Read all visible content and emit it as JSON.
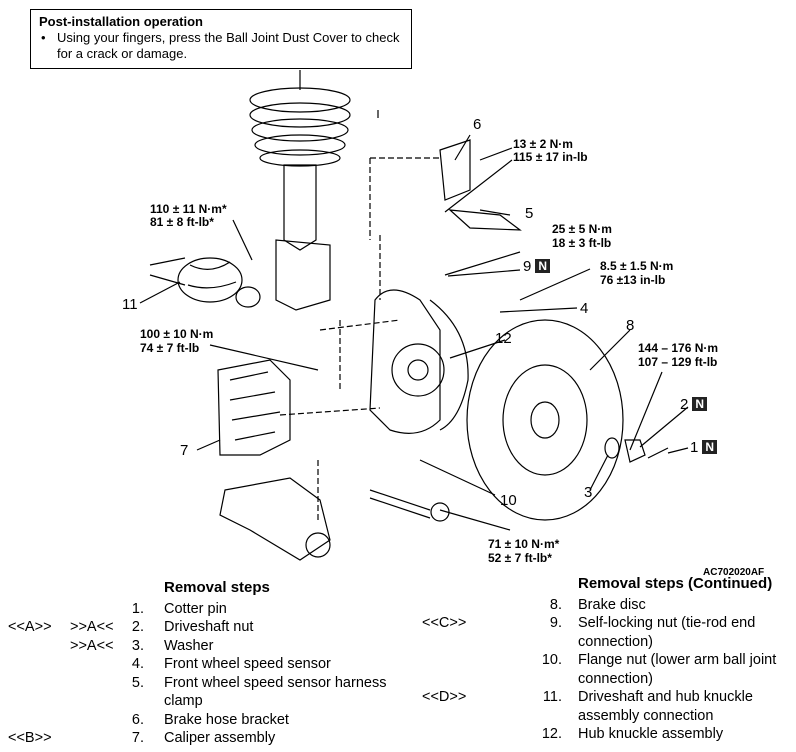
{
  "note": {
    "title": "Post-installation operation",
    "text": "Using your fingers, press the Ball Joint Dust Cover to check for a crack or damage."
  },
  "callouts": {
    "t6_a": "13 ± 2 N·m",
    "t6_b": "115 ± 17 in-lb",
    "t11_a": "110 ± 11 N·m*",
    "t11_b": "81 ± 8 ft-lb*",
    "t9_a": "25 ± 5 N·m",
    "t9_b": "18 ± 3 ft-lb",
    "t4_a": "8.5 ± 1.5 N·m",
    "t4_b": "76 ±13 in-lb",
    "t7_a": "100 ± 10 N·m",
    "t7_b": "74 ± 7 ft-lb",
    "t2_a": "144 – 176 N·m",
    "t2_b": "107 – 129 ft-lb",
    "t10_a": "71 ± 10 N·m*",
    "t10_b": "52 ± 7 ft-lb*",
    "n1": "1",
    "n2": "2",
    "n3": "3",
    "n4": "4",
    "n5": "5",
    "n6": "6",
    "n7": "7",
    "n8": "8",
    "n9": "9",
    "n10": "10",
    "n11": "11",
    "n12": "12",
    "new_mark": "N",
    "figure_code": "AC702020AF"
  },
  "steps_left": {
    "title": "Removal steps",
    "rows": [
      {
        "tag1": "",
        "tag2": "",
        "no": "1.",
        "text": "Cotter pin"
      },
      {
        "tag1": "<<A>>",
        "tag2": ">>A<<",
        "no": "2.",
        "text": "Driveshaft nut"
      },
      {
        "tag1": "",
        "tag2": ">>A<<",
        "no": "3.",
        "text": "Washer"
      },
      {
        "tag1": "",
        "tag2": "",
        "no": "4.",
        "text": "Front wheel speed sensor"
      },
      {
        "tag1": "",
        "tag2": "",
        "no": "5.",
        "text": "Front wheel speed sensor harness clamp"
      },
      {
        "tag1": "",
        "tag2": "",
        "no": "6.",
        "text": "Brake hose bracket"
      },
      {
        "tag1": "<<B>>",
        "tag2": "",
        "no": "7.",
        "text": "Caliper assembly"
      }
    ]
  },
  "steps_right": {
    "title": "Removal steps (Continued)",
    "rows": [
      {
        "tag": "",
        "no": "8.",
        "text": "Brake disc"
      },
      {
        "tag": "<<C>>",
        "no": "9.",
        "text": "Self-locking nut (tie-rod end connection)"
      },
      {
        "tag": "",
        "no": "10.",
        "text": "Flange nut (lower arm ball joint connection)"
      },
      {
        "tag": "<<D>>",
        "no": "11.",
        "text": "Driveshaft and hub knuckle assembly connection"
      },
      {
        "tag": "",
        "no": "12.",
        "text": "Hub knuckle assembly"
      }
    ]
  }
}
